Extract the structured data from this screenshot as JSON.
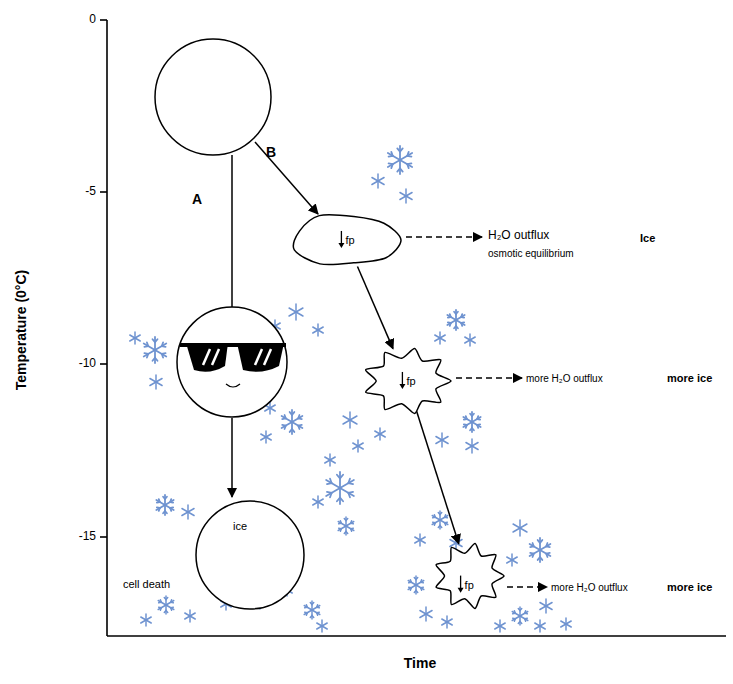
{
  "diagram": {
    "nodes": [
      {
        "text": [
          "fp"
        ]
      },
      {
        "text": [
          "fp"
        ]
      },
      {
        "text": [
          "cell death",
          "ice"
        ]
      },
      {
        "text": [
          "fp"
        ]
      }
    ],
    "edges": [
      {
        "from": 0,
        "to": 1,
        "arrow": "to"
      },
      {
        "from": 1,
        "to": 3,
        "arrow": "to"
      }
    ],
    "labels": [
      "Temperature (0°C)",
      "0",
      "-5",
      "-10",
      "-15",
      "Time",
      "A",
      "B",
      "H₂O outflux",
      "osmotic equilibrium",
      "Ice",
      "more H₂O outflux",
      "more ice",
      "more H₂O outflux",
      "more ice"
    ]
  }
}
